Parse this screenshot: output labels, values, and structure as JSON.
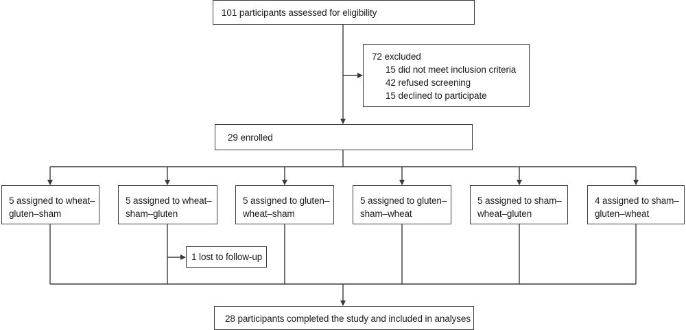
{
  "flowchart": {
    "assessed": "101 participants assessed for eligibility",
    "excluded": {
      "title": "72 excluded",
      "reasons": [
        "15 did not meet inclusion criteria",
        "42 refused screening",
        "15 declined to participate"
      ]
    },
    "enrolled": "29 enrolled",
    "arms": [
      {
        "line1": "5 assigned to wheat–",
        "line2": "gluten–sham"
      },
      {
        "line1": "5 assigned to wheat–",
        "line2": "sham–gluten"
      },
      {
        "line1": "5 assigned to gluten–",
        "line2": "wheat–sham"
      },
      {
        "line1": "5 assigned to gluten–",
        "line2": "sham–wheat"
      },
      {
        "line1": "5 assigned to sham–",
        "line2": "wheat–gluten"
      },
      {
        "line1": "4 assigned to sham–",
        "line2": "gluten–wheat"
      }
    ],
    "lost": "1 lost to follow-up",
    "completed": "28 participants completed the study and included in analyses"
  },
  "colors": {
    "line": "#3a3a3a",
    "text": "#1a1a1a",
    "background": "#ffffff"
  }
}
